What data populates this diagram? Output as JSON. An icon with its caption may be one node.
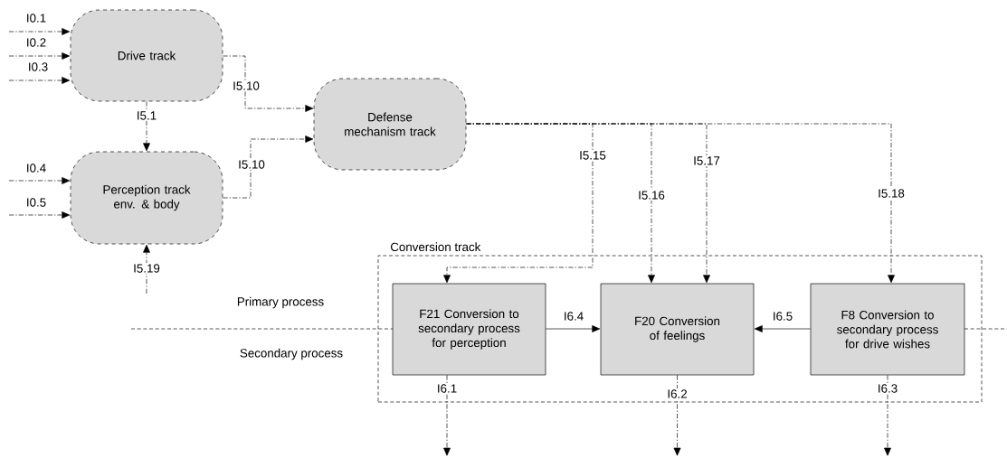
{
  "diagram": {
    "nodes": [
      {
        "text": [
          "Drive track"
        ]
      },
      {
        "text": [
          "Perception track env. & body"
        ]
      },
      {
        "text": [
          "Defense mechanism track"
        ]
      },
      {
        "text": [
          "Conversion track"
        ]
      },
      {
        "text": [
          "F21 Conversion to secondary process for perception"
        ],
        "in": 3
      },
      {
        "text": [
          "F20 Conversion of feelings"
        ],
        "in": 3
      },
      {
        "text": [
          "F8 Conversion to secondary process for drive wishes"
        ],
        "in": 3
      }
    ],
    "edges": [
      {
        "from": null,
        "to": 0,
        "arrow": "to",
        "label": "I0.1",
        "style": "dashed"
      },
      {
        "from": null,
        "to": 0,
        "arrow": "to",
        "label": "I0.2",
        "style": "dashed"
      },
      {
        "from": null,
        "to": 0,
        "arrow": "to",
        "label": "I0.3",
        "style": "dashed"
      },
      {
        "from": null,
        "to": 1,
        "arrow": "to",
        "label": "I0.4",
        "style": "dashed"
      },
      {
        "from": null,
        "to": 1,
        "arrow": "to",
        "label": "I0.5",
        "style": "dashed"
      },
      {
        "from": 0,
        "to": 1,
        "arrow": "to",
        "label": "I5.1",
        "style": "dashed"
      },
      {
        "from": 0,
        "to": 2,
        "arrow": "to",
        "label": "I5.10",
        "style": "dashed"
      },
      {
        "from": 1,
        "to": 2,
        "arrow": "to",
        "label": "I5.10",
        "style": "dashed"
      },
      {
        "from": 2,
        "to": 4,
        "arrow": "to",
        "label": "I5.15",
        "style": "dashed"
      },
      {
        "from": 2,
        "to": 5,
        "arrow": "to",
        "label": "I5.16",
        "style": "dashed"
      },
      {
        "from": 2,
        "to": 5,
        "arrow": "to",
        "label": "I5.17",
        "style": "dashed"
      },
      {
        "from": 2,
        "to": 6,
        "arrow": "to",
        "label": "I5.18",
        "style": "dashed"
      },
      {
        "from": null,
        "to": 1,
        "arrow": "to",
        "label": "I5.19",
        "style": "dashed"
      },
      {
        "from": 4,
        "to": 5,
        "arrow": "to",
        "label": "I6.4"
      },
      {
        "from": 6,
        "to": 5,
        "arrow": "to",
        "label": "I6.5"
      },
      {
        "from": 4,
        "to": null,
        "arrow": "to",
        "label": "I6.1",
        "style": "dashed"
      },
      {
        "from": 5,
        "to": null,
        "arrow": "to",
        "label": "I6.2",
        "style": "dashed"
      },
      {
        "from": 6,
        "to": null,
        "arrow": "to",
        "label": "I6.3",
        "style": "dashed"
      }
    ],
    "labels": [
      "Primary process",
      "Secondary process"
    ]
  }
}
